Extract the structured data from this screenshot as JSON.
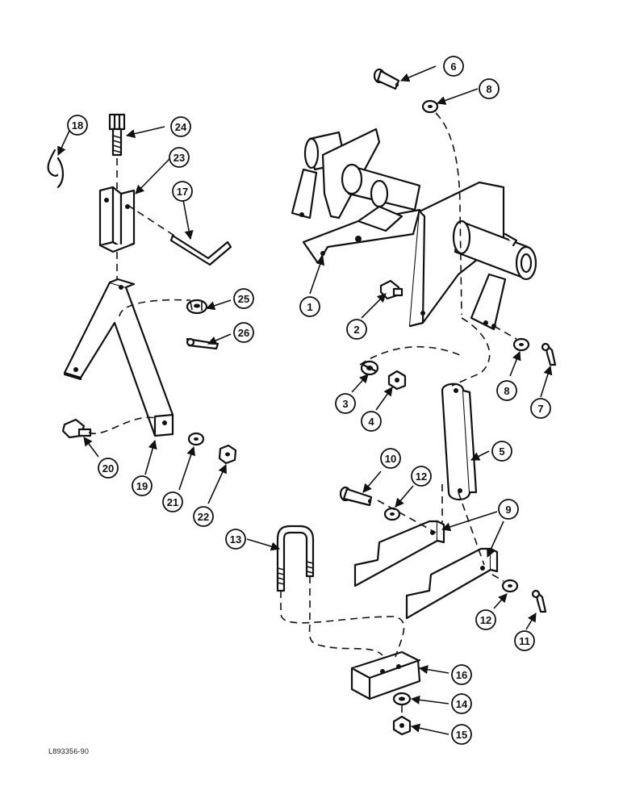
{
  "drawing_code": "L893356-90",
  "callouts": {
    "c1": "1",
    "c2": "2",
    "c3": "3",
    "c4": "4",
    "c5": "5",
    "c6": "6",
    "c7": "7",
    "c8a": "8",
    "c8b": "8",
    "c9": "9",
    "c10": "10",
    "c11": "11",
    "c12a": "12",
    "c12b": "12",
    "c13": "13",
    "c14": "14",
    "c15": "15",
    "c16": "16",
    "c17": "17",
    "c18": "18",
    "c19": "19",
    "c20": "20",
    "c21": "21",
    "c22": "22",
    "c23": "23",
    "c24": "24",
    "c25": "25",
    "c26": "26"
  }
}
